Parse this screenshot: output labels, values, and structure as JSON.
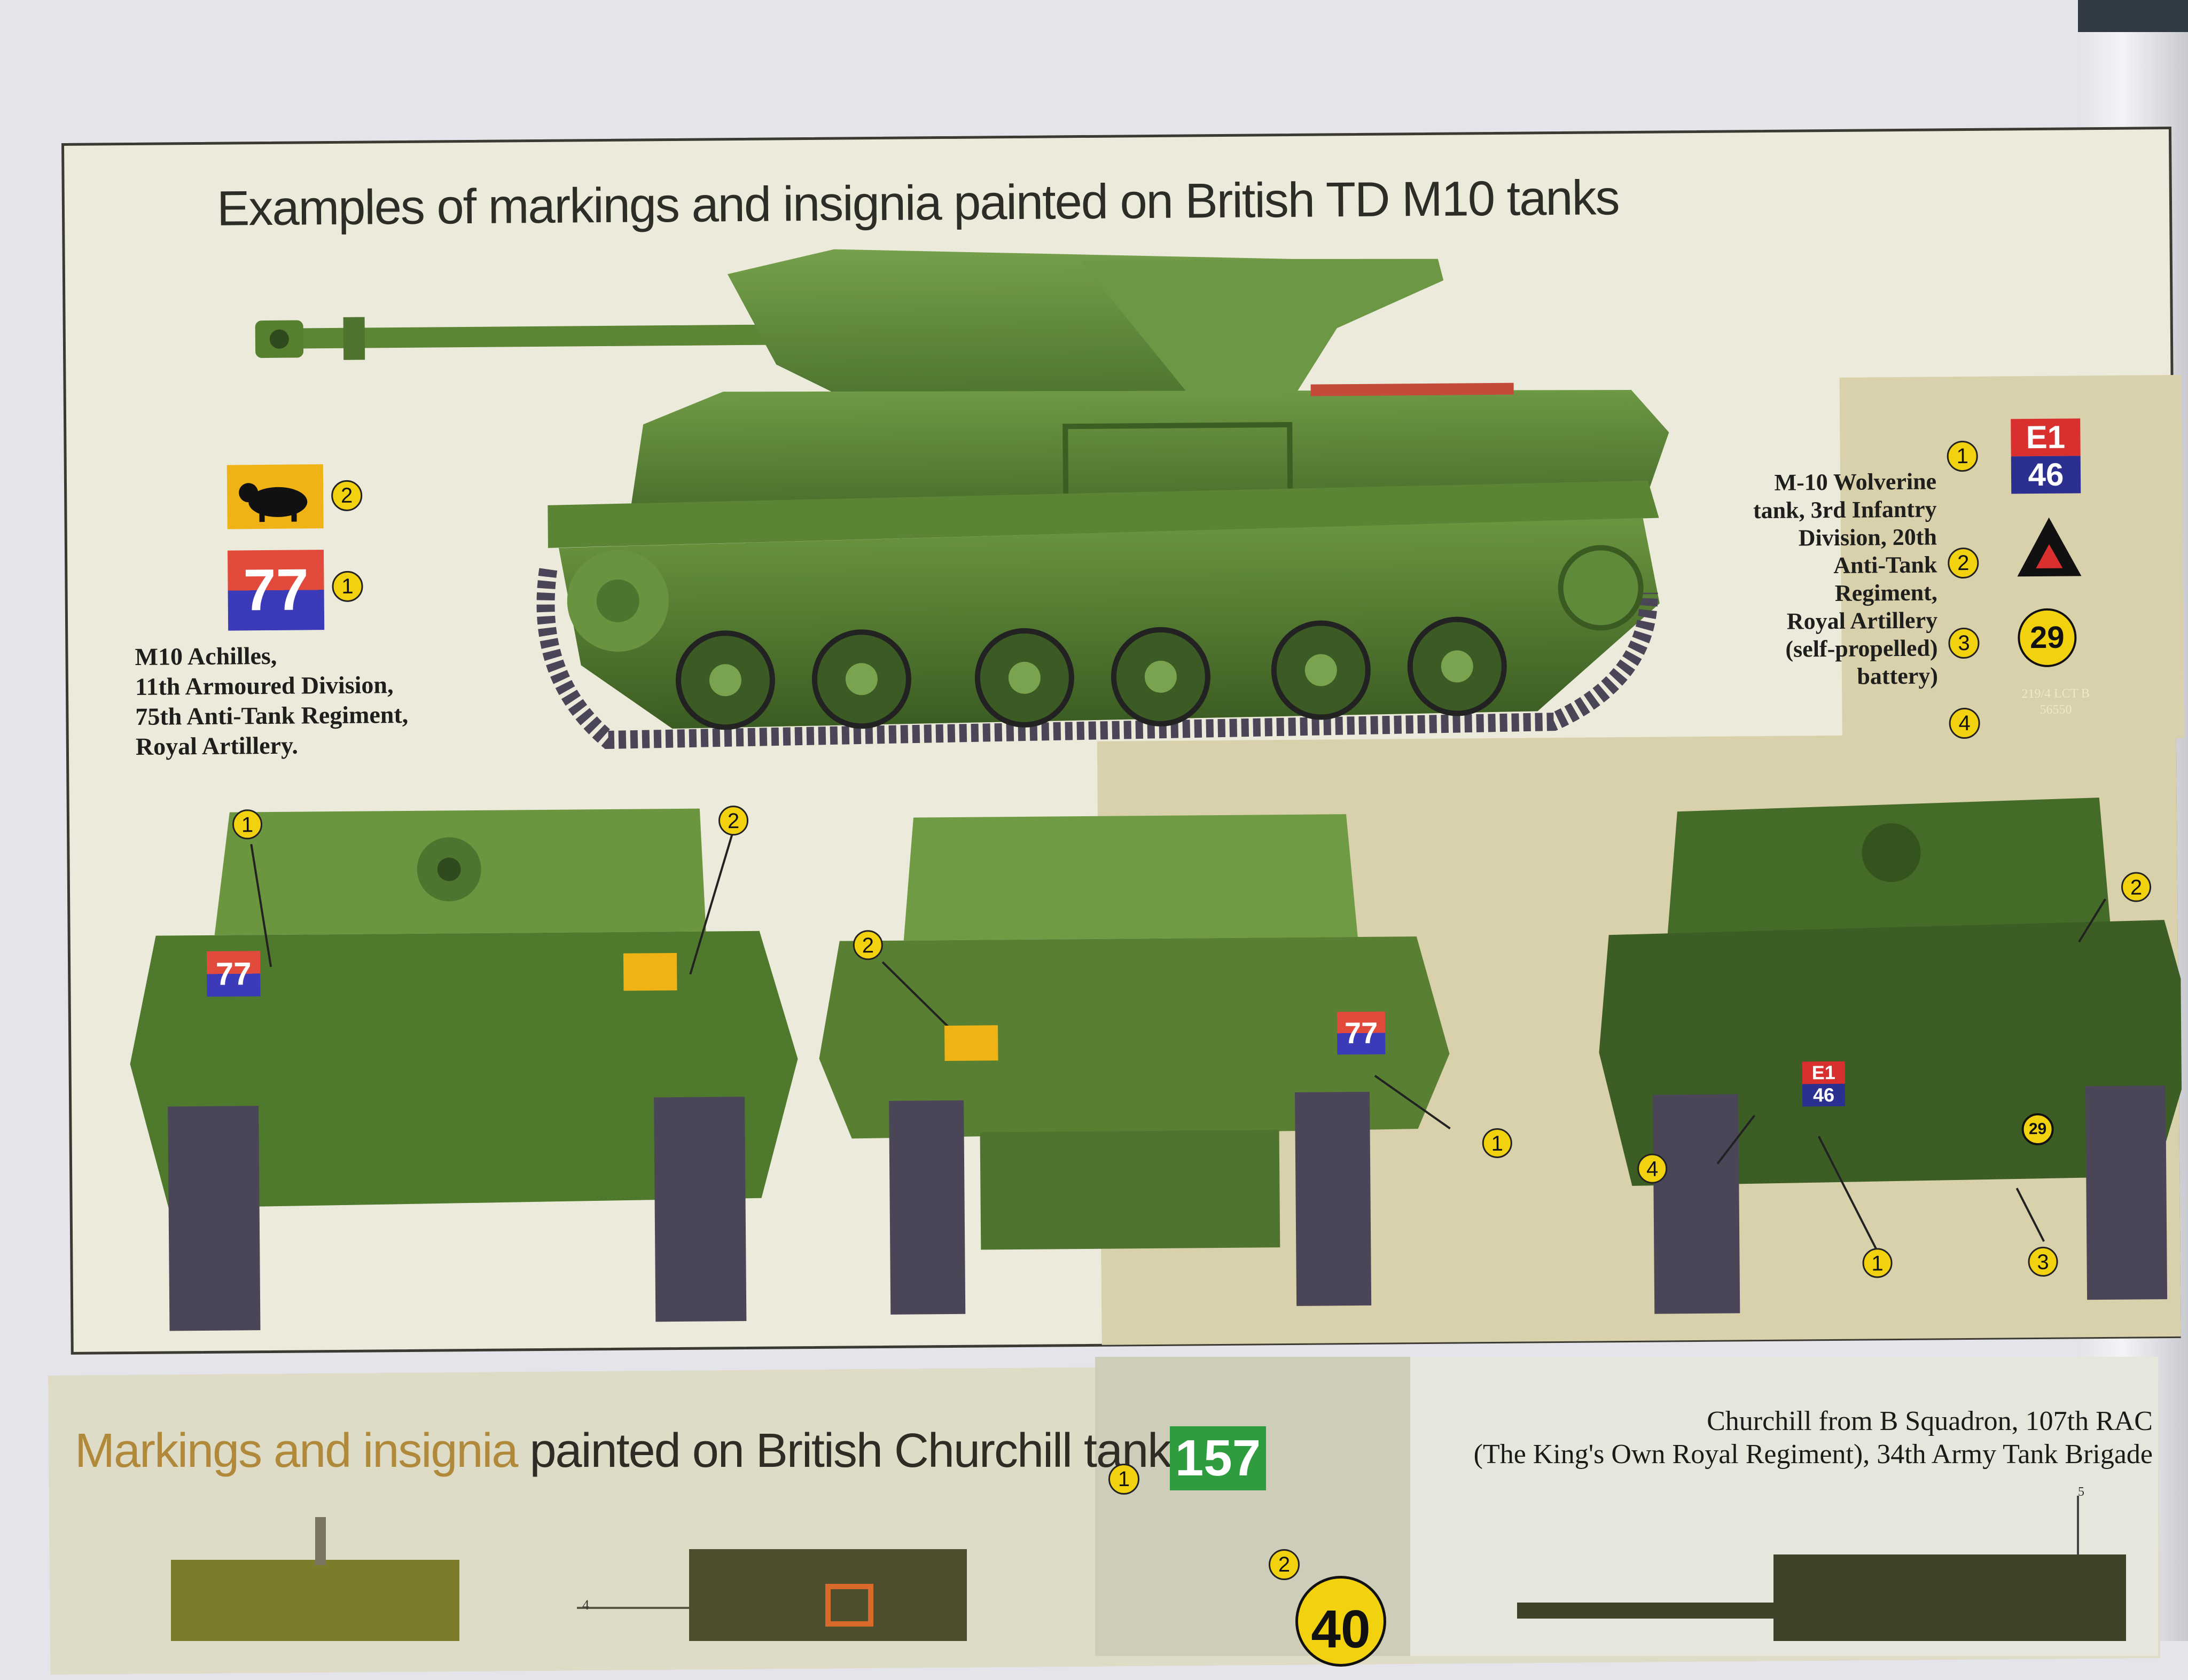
{
  "m10_section": {
    "title": "Examples of markings and insignia painted on British TD M10 tanks",
    "achilles_caption": [
      "M10 Achilles,",
      "11th Armoured Division,",
      "75th Anti-Tank Regiment,",
      "Royal Artillery."
    ],
    "wolverine_caption": [
      "M-10 Wolverine",
      "tank, 3rd Infantry",
      "Division, 20th",
      "Anti-Tank",
      "Regiment,",
      "Royal Artillery",
      "(self-propelled)",
      "battery)"
    ],
    "insignia": {
      "achilles_77": "77",
      "wolverine_e1": "E1",
      "wolverine_46": "46",
      "wolverine_29": "29",
      "serial_line1": "219/4 LCT B",
      "serial_line2": "56550"
    },
    "callouts": [
      "1",
      "2",
      "3",
      "4"
    ]
  },
  "churchill_section": {
    "title_lead": "Markings and insignia",
    "title_rest": " painted on British Churchill tanks",
    "caption": [
      "Churchill from B Squadron, 107th RAC",
      "(The King's Own Royal Regiment), 34th Army Tank Brigade"
    ],
    "insignia": {
      "i157": "157",
      "i40": "40"
    },
    "callout_4": "4",
    "callout_5": "5"
  },
  "colors": {
    "tank_green": "#5f8a3a",
    "tank_dark": "#3f6126",
    "track": "#4a4658",
    "panel_bg": "#eceada",
    "tan_bg": "#d9d0ac",
    "callout_yellow": "#f2d20f"
  }
}
